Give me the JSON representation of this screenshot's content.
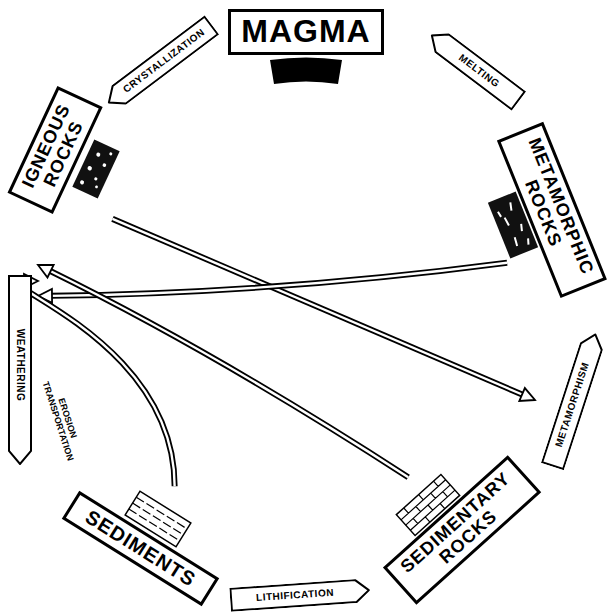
{
  "diagram": {
    "nodes": [
      {
        "text": [
          "MAGMA"
        ]
      },
      {
        "text": [
          "CRYSTALLIZATION"
        ]
      },
      {
        "text": [
          "MELTING"
        ]
      },
      {
        "text": [
          "IGNEOUS ROCKS"
        ]
      },
      {
        "text": [
          "METAMORPHIC ROCKS"
        ]
      },
      {
        "text": [
          "WEATHERING"
        ]
      },
      {
        "text": [
          "METAMORPHISM"
        ]
      },
      {
        "text": [
          "SEDIMENTS"
        ]
      },
      {
        "text": [
          "SEDIMENTARY ROCKS"
        ]
      },
      {
        "text": [
          "LITHIFICATION"
        ]
      }
    ],
    "edges": [
      {
        "from": 3,
        "to": 6,
        "arrow": "to"
      },
      {
        "from": 4,
        "to": 5,
        "arrow": "to"
      },
      {
        "from": 8,
        "to": 5,
        "arrow": "to"
      },
      {
        "from": 7,
        "to": 5,
        "arrow": "to"
      }
    ],
    "labels": [
      "EROSION TRANSPORTATION"
    ]
  }
}
